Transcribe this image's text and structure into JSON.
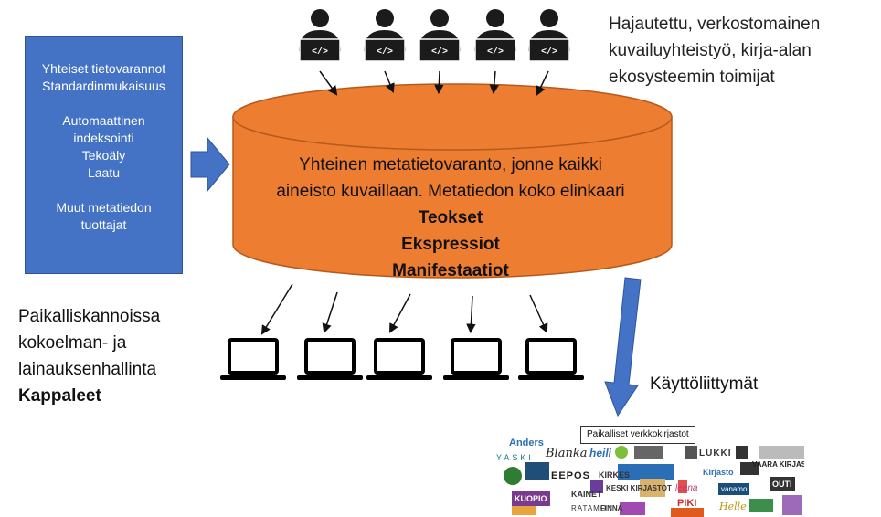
{
  "blue_box": {
    "groups": [
      [
        "Yhteiset tietovarannot",
        "Standardinmukaisuus"
      ],
      [
        "Automaattinen",
        "indeksointi",
        "Tekoäly",
        "Laatu"
      ],
      [
        "Muut metatiedon",
        "tuottajat"
      ]
    ]
  },
  "top_right": {
    "lines": [
      "Hajautettu, verkostomainen",
      "kuvailuyhteistyö, kirja-alan",
      "ekosysteemin toimijat"
    ]
  },
  "cylinder": {
    "lines": [
      "Yhteinen metatietovaranto, jonne kaikki",
      "aineisto kuvaillaan. Metatiedon koko elinkaari"
    ],
    "bold_lines": [
      "Teokset",
      "Ekspressiot",
      "Manifestaatiot"
    ]
  },
  "left_text": {
    "lines": [
      "Paikalliskannoissa",
      "kokoelman- ja",
      "lainauksenhallinta"
    ],
    "bold": "Kappaleet"
  },
  "interfaces_label": "Käyttöliittymät",
  "logos": {
    "title": "Paikalliset verkkokirjastot",
    "items": {
      "anders": "Anders",
      "yaski": "YASKI",
      "blanka": "Blanka",
      "heili": "heili",
      "lukki": "LUKKI",
      "eepos": "EEPOS",
      "kirkes": "KIRKES",
      "kirjasto": "Kirjasto",
      "vaara": "VAARA KIRJASTOT",
      "vanamo": "vanamo",
      "outi": "OUTI",
      "kuopio": "KUOPIO",
      "kainet": "KAINET",
      "keski": "KESKI KIRJASTOT",
      "leena": "leena",
      "piki": "PIKI",
      "ratamo": "RATAMO",
      "finna": "FINNA",
      "helle": "Helle"
    }
  },
  "colors": {
    "cylinder_fill": "#ed7d31",
    "cylinder_edge": "#b65a1c",
    "blue_box": "#4472c4",
    "blue_arrow": "#4472c4",
    "user_icon": "#1b1b1b",
    "laptop": "#000000"
  },
  "icons": {
    "users": [
      "developer-icon",
      "developer-icon",
      "developer-icon",
      "developer-icon",
      "developer-icon"
    ],
    "laptops": [
      "laptop-icon",
      "laptop-icon",
      "laptop-icon",
      "laptop-icon",
      "laptop-icon"
    ]
  }
}
